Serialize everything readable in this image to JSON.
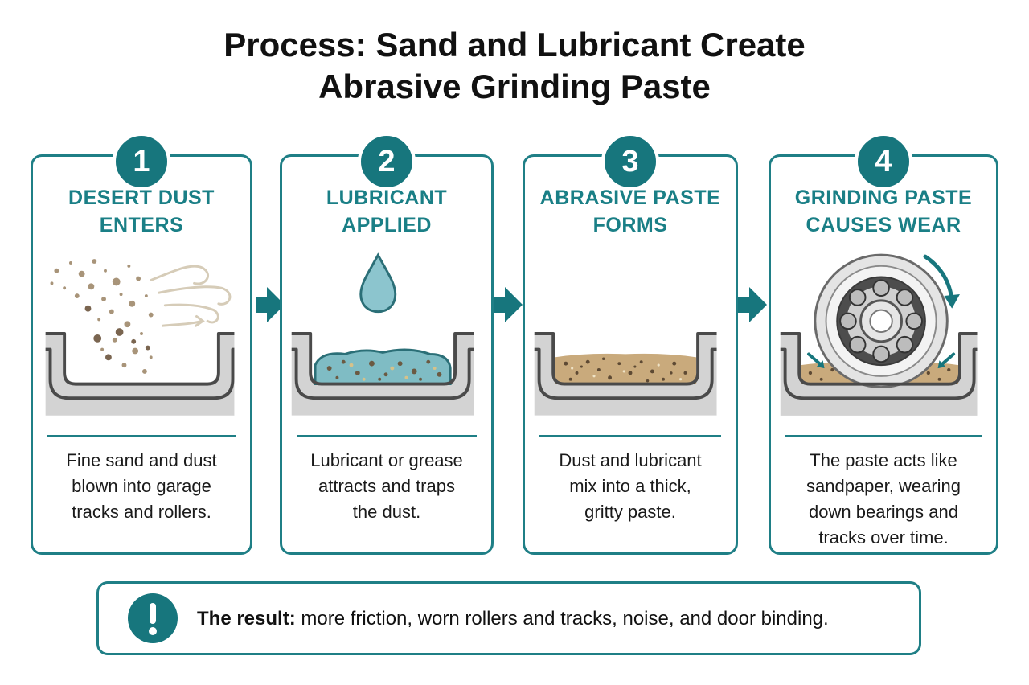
{
  "title": {
    "line1": "Process: Sand and Lubricant Create",
    "line2": "Abrasive Grinding Paste"
  },
  "steps": [
    {
      "number": "1",
      "title_line1": "DESERT DUST",
      "title_line2": "ENTERS",
      "desc_line1": "Fine sand and dust",
      "desc_line2": "blown into garage",
      "desc_line3": "tracks and rollers.",
      "desc_line4": "",
      "illustration": "dust-wind-icon"
    },
    {
      "number": "2",
      "title_line1": "LUBRICANT",
      "title_line2": "APPLIED",
      "desc_line1": "Lubricant or grease",
      "desc_line2": "attracts and traps",
      "desc_line3": "the dust.",
      "desc_line4": "",
      "illustration": "droplet-icon"
    },
    {
      "number": "3",
      "title_line1": "ABRASIVE PASTE",
      "title_line2": "FORMS",
      "desc_line1": "Dust and lubricant",
      "desc_line2": "mix into a thick,",
      "desc_line3": "gritty paste.",
      "desc_line4": "",
      "illustration": "paste-track-icon"
    },
    {
      "number": "4",
      "title_line1": "GRINDING PASTE",
      "title_line2": "CAUSES WEAR",
      "desc_line1": "The paste acts like",
      "desc_line2": "sandpaper, wearing",
      "desc_line3": "down bearings and",
      "desc_line4": "tracks over time.",
      "illustration": "roller-bearing-icon"
    }
  ],
  "result": {
    "label": "The result:",
    "text": " more friction, worn rollers and tracks, noise, and door binding."
  },
  "colors": {
    "accent": "#1f7f86",
    "badge": "#17767d",
    "track_fill": "#cfcfcf",
    "paste": "#c9aa7c"
  }
}
